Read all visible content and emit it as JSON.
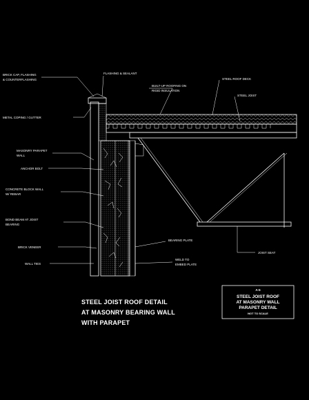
{
  "colors": {
    "background": "#000000",
    "line": "#ffffff"
  },
  "left_labels": [
    {
      "id": "cap-flashing",
      "lines": [
        "BRICK CAP, FLASHING",
        "& COUNTERFLASHING"
      ]
    },
    {
      "id": "metal-coping",
      "lines": [
        "METAL COPING / GUTTER"
      ]
    },
    {
      "id": "parapet-wall",
      "lines": [
        "MASONRY PARAPET",
        "WALL"
      ]
    },
    {
      "id": "anchor",
      "lines": [
        "ANCHOR BOLT"
      ]
    },
    {
      "id": "block-wall",
      "lines": [
        "CONCRETE BLOCK WALL",
        "W/ REBAR"
      ]
    },
    {
      "id": "bond-beam",
      "lines": [
        "BOND BEAM AT JOIST",
        "BEARING"
      ]
    },
    {
      "id": "veneer",
      "lines": [
        "BRICK VENEER"
      ]
    },
    {
      "id": "ties",
      "lines": [
        "WALL TIES"
      ]
    }
  ],
  "top_labels": [
    {
      "id": "flashing",
      "text": "FLASHING & SEALANT"
    },
    {
      "id": "roofing",
      "text": "BUILT-UP ROOFING ON",
      "text2": "RIGID INSULATION"
    },
    {
      "id": "deck",
      "text": "STEEL ROOF DECK"
    },
    {
      "id": "joist",
      "text": "STEEL JOIST"
    }
  ],
  "right_labels": [
    {
      "id": "bearing-plate",
      "text": "BEARING PLATE"
    },
    {
      "id": "weld",
      "text": "WELD TO",
      "text2": "EMBED PLATE"
    },
    {
      "id": "seat",
      "text": "JOIST SEAT"
    }
  ],
  "caption": {
    "lines": [
      "STEEL JOIST ROOF DETAIL",
      "AT MASONRY BEARING WALL",
      "WITH PARAPET"
    ]
  },
  "title_block": {
    "number": "A-5",
    "lines": [
      "STEEL JOIST ROOF",
      "AT MASONRY WALL",
      "PARAPET DETAIL"
    ],
    "scale": "NOT TO SCALE"
  }
}
